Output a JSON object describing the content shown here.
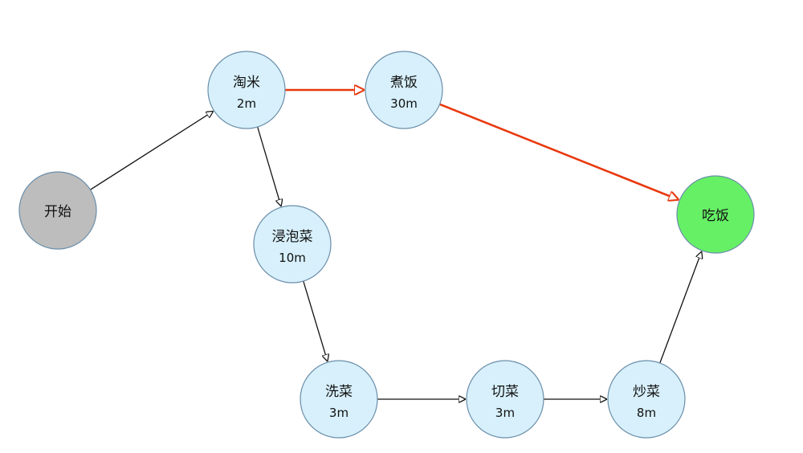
{
  "colors": {
    "node_default": "#d7f0fb",
    "node_start": "#bdbdbd",
    "node_end": "#66f066",
    "node_stroke": "#6a8eaa",
    "edge_default": "#111111",
    "edge_critical": "#e8380d"
  },
  "nodes": {
    "start": {
      "label": "开始",
      "duration": ""
    },
    "wash_rice": {
      "label": "淘米",
      "duration": "2m"
    },
    "cook_rice": {
      "label": "煮饭",
      "duration": "30m"
    },
    "soak_veg": {
      "label": "浸泡菜",
      "duration": "10m"
    },
    "wash_veg": {
      "label": "洗菜",
      "duration": "3m"
    },
    "cut_veg": {
      "label": "切菜",
      "duration": "3m"
    },
    "stirfry_veg": {
      "label": "炒菜",
      "duration": "8m"
    },
    "eat": {
      "label": "吃饭",
      "duration": ""
    }
  },
  "edges": [
    {
      "from": "start",
      "to": "wash_rice",
      "critical": false
    },
    {
      "from": "wash_rice",
      "to": "cook_rice",
      "critical": true
    },
    {
      "from": "cook_rice",
      "to": "eat",
      "critical": true
    },
    {
      "from": "wash_rice",
      "to": "soak_veg",
      "critical": false
    },
    {
      "from": "soak_veg",
      "to": "wash_veg",
      "critical": false
    },
    {
      "from": "wash_veg",
      "to": "cut_veg",
      "critical": false
    },
    {
      "from": "cut_veg",
      "to": "stirfry_veg",
      "critical": false
    },
    {
      "from": "stirfry_veg",
      "to": "eat",
      "critical": false
    }
  ]
}
